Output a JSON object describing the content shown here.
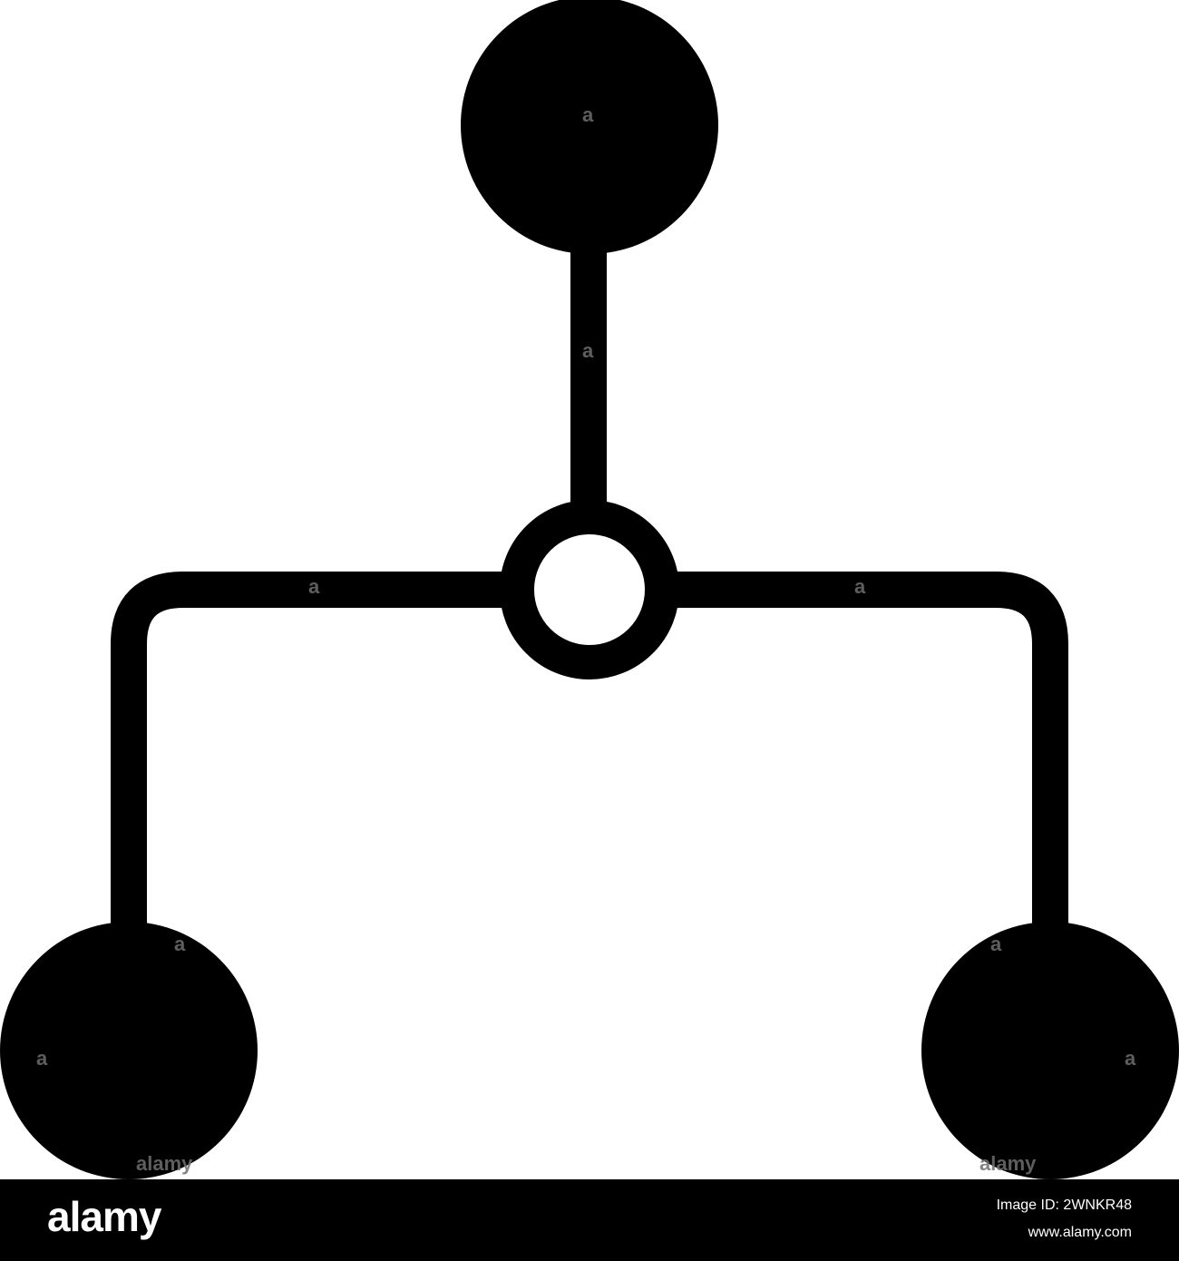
{
  "icon": {
    "name": "hierarchy-diagram-icon",
    "fill_color": "#000000",
    "background_color": "#ffffff"
  },
  "watermark": {
    "glyph": "a",
    "brand": "alamy"
  },
  "footer": {
    "logo": "alamy",
    "image_id": "Image ID: 2WNKR48",
    "url": "www.alamy.com"
  }
}
